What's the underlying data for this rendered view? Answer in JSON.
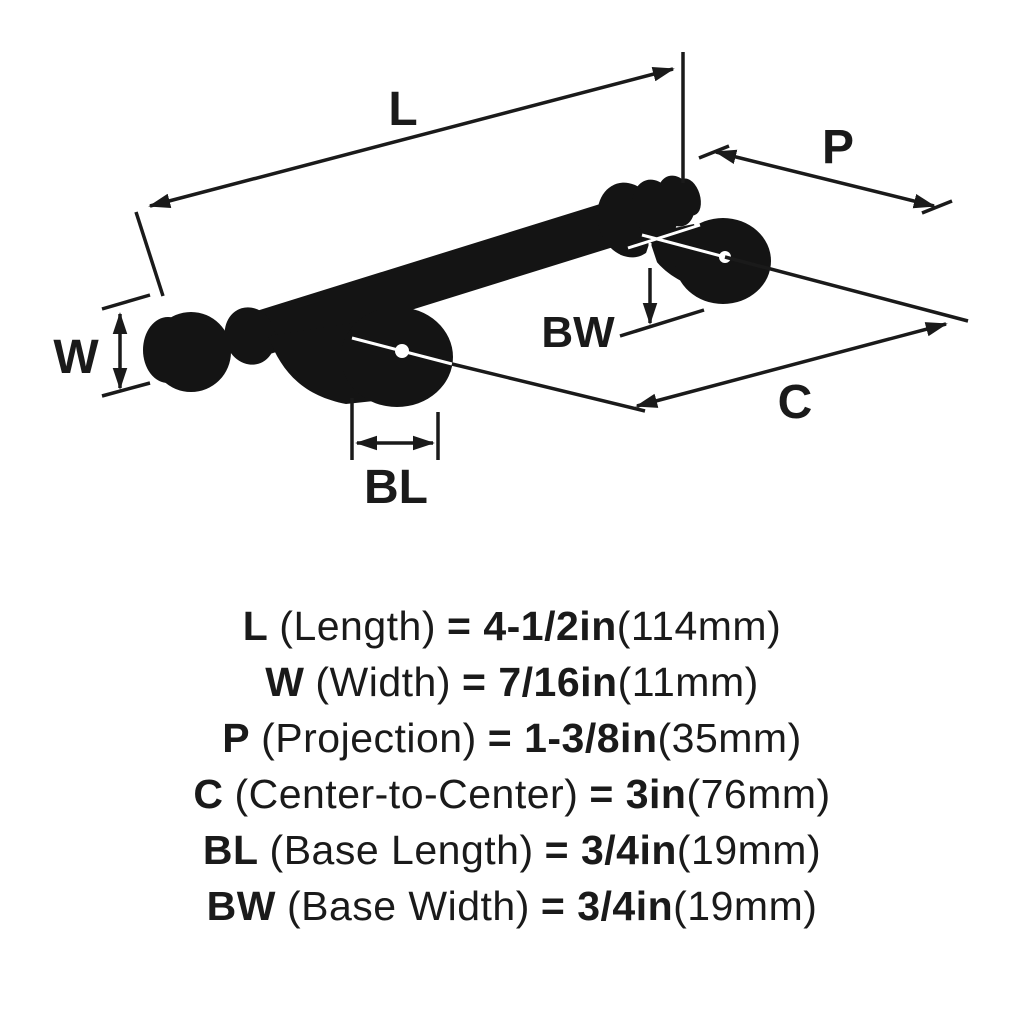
{
  "diagram": {
    "labels": {
      "L": "L",
      "P": "P",
      "W": "W",
      "BW": "BW",
      "C": "C",
      "BL": "BL"
    }
  },
  "legend": {
    "rows": [
      {
        "code": "L",
        "name": "(Length)",
        "value": "= 4-1/2in",
        "metric": "(114mm)"
      },
      {
        "code": "W",
        "name": "(Width)",
        "value": "= 7/16in",
        "metric": "(11mm)"
      },
      {
        "code": "P",
        "name": "(Projection)",
        "value": "= 1-3/8in",
        "metric": "(35mm)"
      },
      {
        "code": "C",
        "name": "(Center-to-Center)",
        "value": "= 3in",
        "metric": "(76mm)"
      },
      {
        "code": "BL",
        "name": "(Base Length)",
        "value": "= 3/4in",
        "metric": "(19mm)"
      },
      {
        "code": "BW",
        "name": "(Base Width)",
        "value": "= 3/4in",
        "metric": "(19mm)"
      }
    ]
  }
}
